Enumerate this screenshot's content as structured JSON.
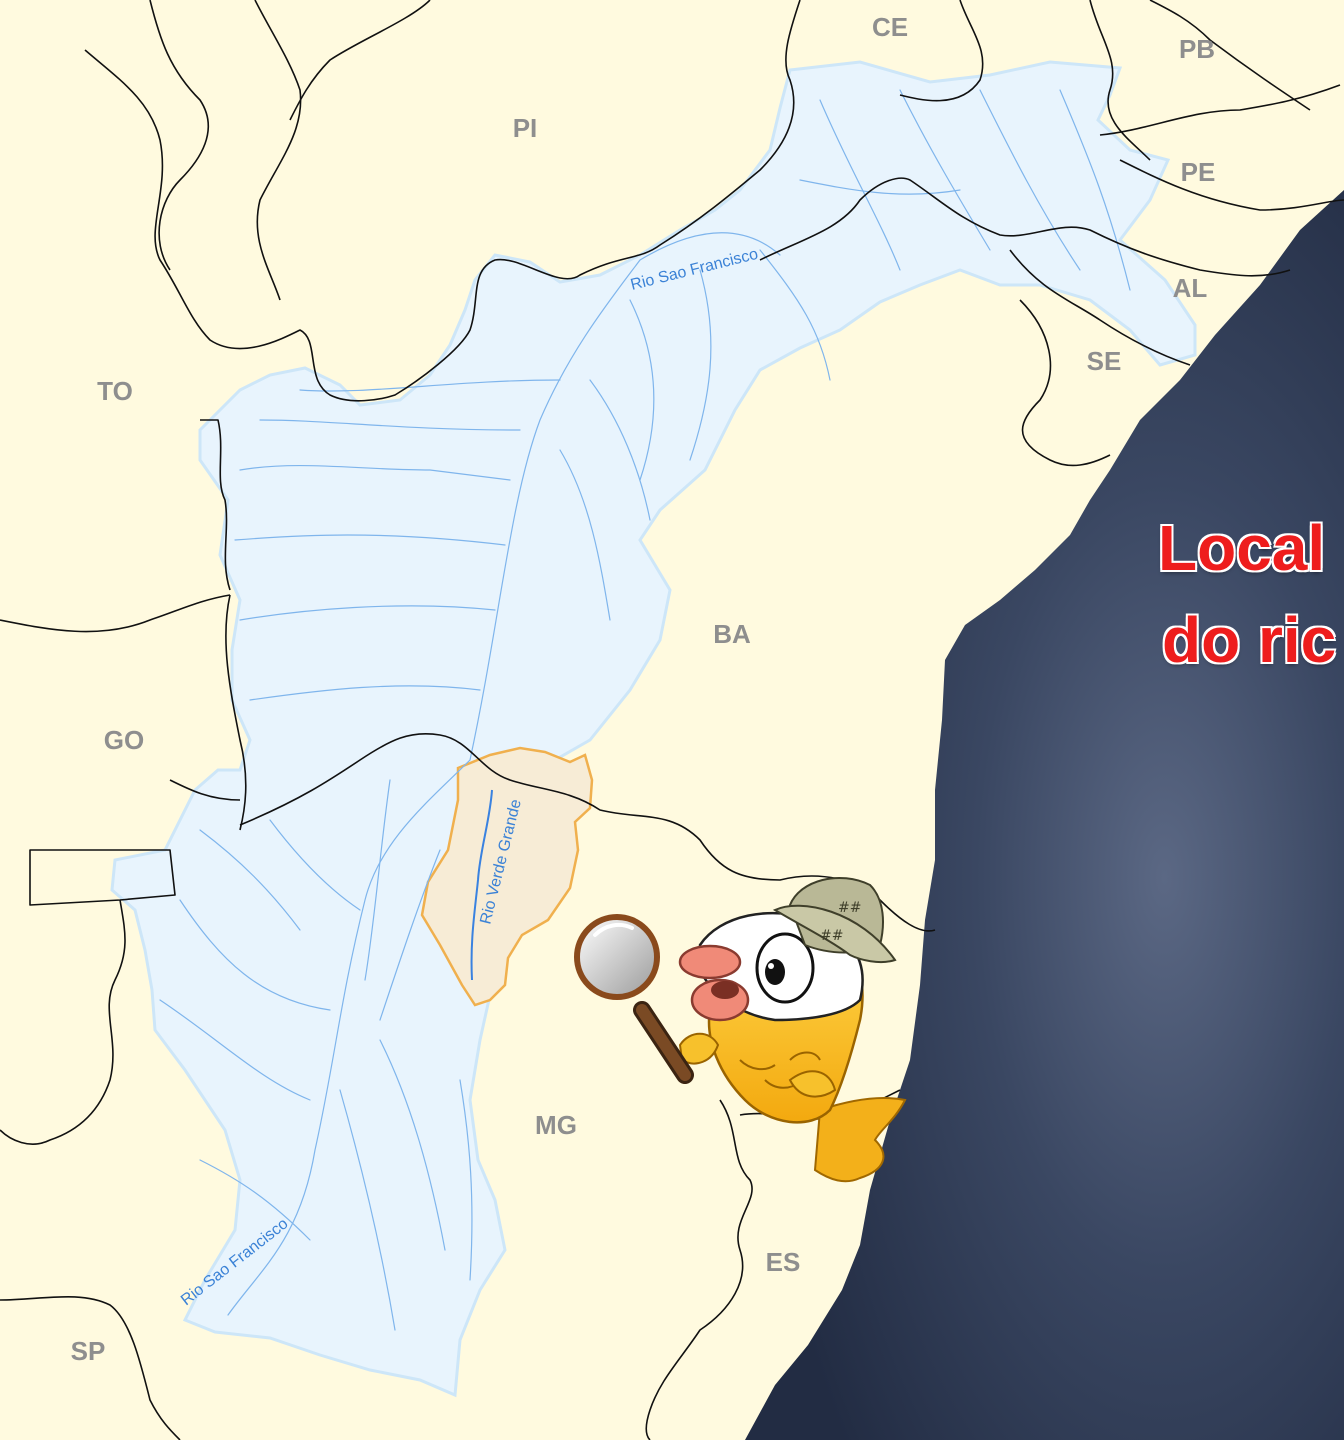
{
  "states": {
    "ce": "CE",
    "pb": "PB",
    "pi": "PI",
    "pe": "PE",
    "al": "AL",
    "se": "SE",
    "to": "TO",
    "ba": "BA",
    "go": "GO",
    "mg": "MG",
    "es": "ES",
    "sp": "SP"
  },
  "rivers": {
    "sao_francisco_north": "Rio Sao Francisco",
    "sao_francisco_south": "Rio Sao Francisco",
    "verde_grande": "Rio Verde Grande"
  },
  "title": {
    "line1": "Local",
    "line2": "do ric"
  },
  "mascot": {
    "icon": "fish-detective-icon",
    "prop": "magnifying-glass-icon"
  },
  "colors": {
    "land": "#fffadf",
    "basin": "#e8f4fd",
    "sub_basin": "#f7ecd6",
    "sub_basin_border": "#f0b04e",
    "rivers": "#6fa7e8",
    "ocean": "#2a3650",
    "borders": "#111111",
    "state_labels": "#8e8e8e",
    "title": "#ee1d1d"
  }
}
